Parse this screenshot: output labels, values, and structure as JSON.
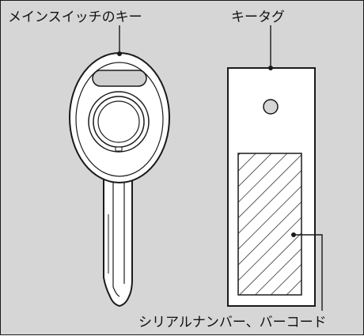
{
  "labels": {
    "main_switch_key": "メインスイッチのキー",
    "key_tag": "キータグ",
    "serial_barcode": "シリアルナンバー、バーコード"
  },
  "colors": {
    "background": "#d6d6d6",
    "outline": "#1a1a1a",
    "fill": "#ffffff"
  },
  "icons": [
    "key-icon",
    "key-tag-icon"
  ]
}
